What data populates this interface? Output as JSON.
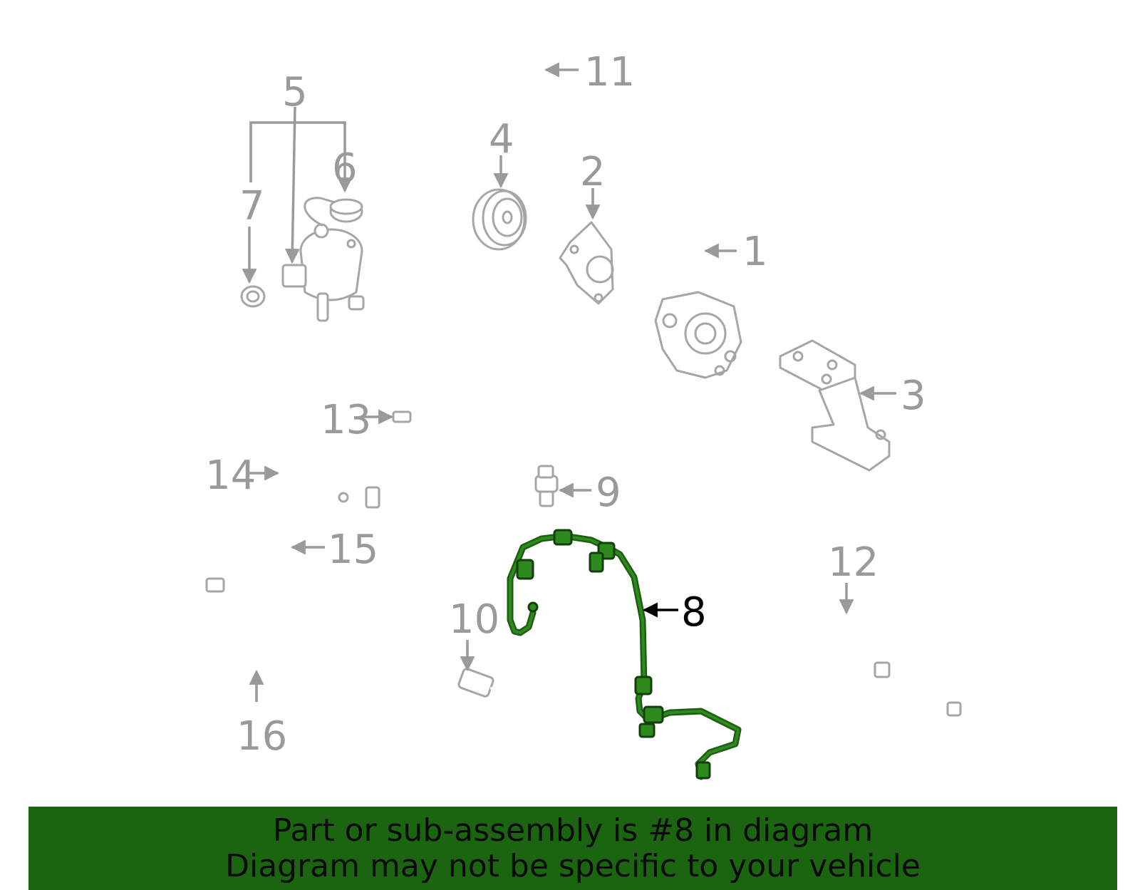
{
  "diagram": {
    "callouts": {
      "c1": "1",
      "c2": "2",
      "c3": "3",
      "c4": "4",
      "c5": "5",
      "c6": "6",
      "c7": "7",
      "c8": "8",
      "c9": "9",
      "c10": "10",
      "c11": "11",
      "c12": "12",
      "c13": "13",
      "c14": "14",
      "c15": "15",
      "c16": "16"
    },
    "highlighted_part": "8",
    "colors": {
      "highlight": "#2d8a1d",
      "parts": "#a6a6a6",
      "banner": "#1b6410"
    }
  },
  "banner": {
    "line1": "Part or sub-assembly is #8 in diagram",
    "line2": "Diagram may not be specific to your vehicle"
  }
}
